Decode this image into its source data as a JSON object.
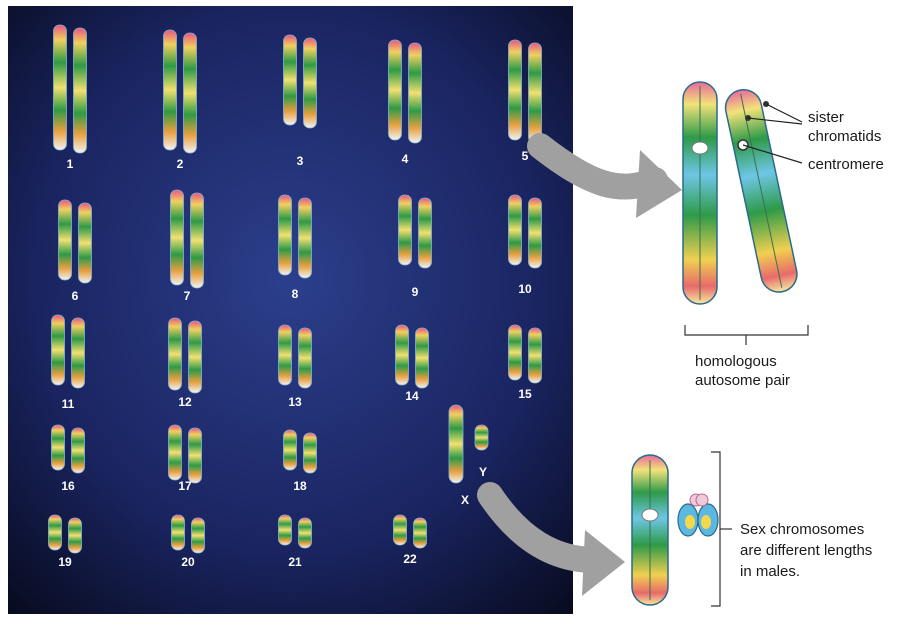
{
  "karyotype": {
    "autosome_labels": [
      "1",
      "2",
      "3",
      "4",
      "5",
      "6",
      "7",
      "8",
      "9",
      "10",
      "11",
      "12",
      "13",
      "14",
      "15",
      "16",
      "17",
      "18",
      "19",
      "20",
      "21",
      "22"
    ],
    "sex_labels": {
      "x": "X",
      "y": "Y"
    }
  },
  "callouts": {
    "sister_chromatids": [
      "sister",
      "chromatids"
    ],
    "centromere": "centromere",
    "homologous_pair": [
      "homologous",
      "autosome pair"
    ],
    "sex_chromosomes": [
      "Sex chromosomes",
      "are different lengths",
      "in males."
    ]
  }
}
